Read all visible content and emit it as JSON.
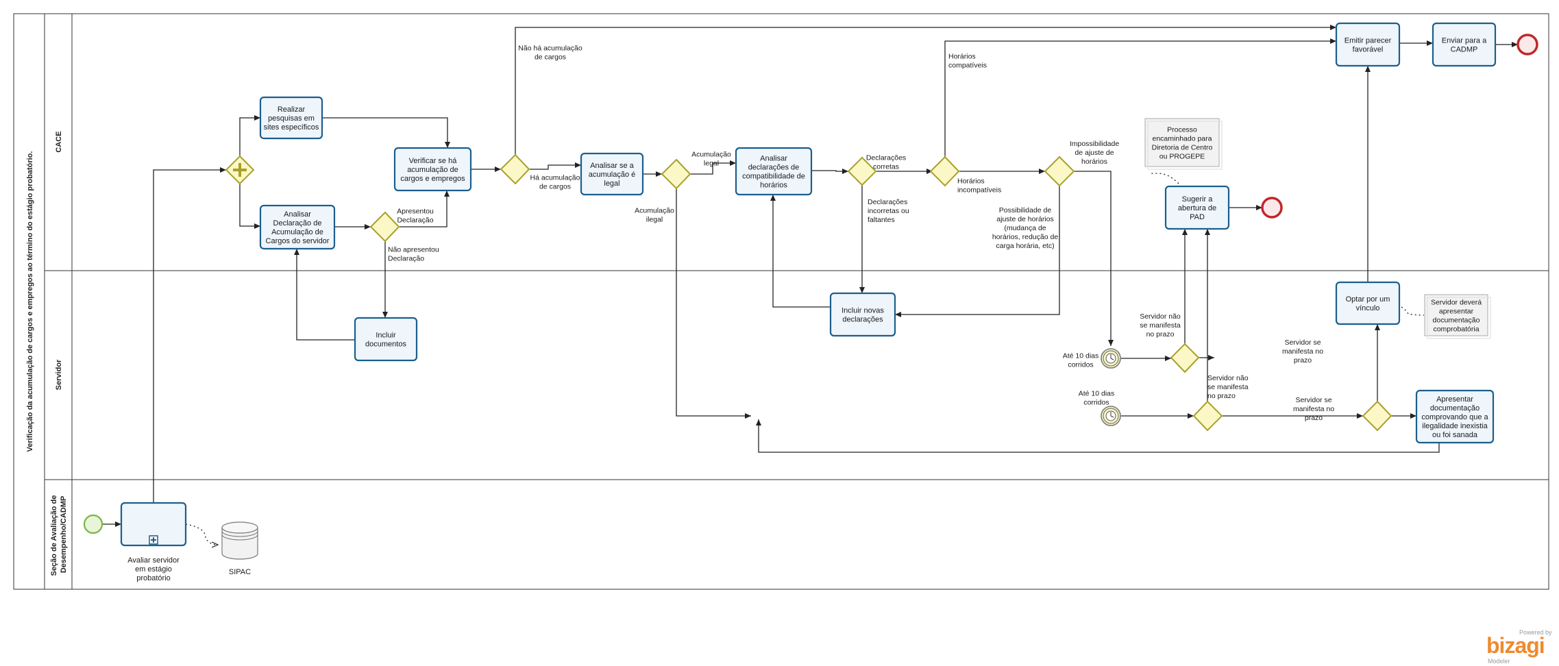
{
  "pool": {
    "title": "Verificação da acumulação de cargos e empregos ao término do estágio probatório."
  },
  "lanes": [
    {
      "label": "CACE"
    },
    {
      "label": "Servidor"
    },
    {
      "label": "Seção de Avaliação de Desempenho/CADMP"
    }
  ],
  "tasks": [
    {
      "id": "avaliar",
      "lines": [],
      "label_below": [
        "Avaliar servidor",
        "em estágio",
        "probatório"
      ],
      "subprocess": true
    },
    {
      "id": "pesquisas",
      "lines": [
        "Realizar",
        "pesquisas em",
        "sites específicos"
      ]
    },
    {
      "id": "analisar_decl",
      "lines": [
        "Analisar",
        "Declaração de",
        "Acumulação de",
        "Cargos do servidor"
      ]
    },
    {
      "id": "verificar",
      "lines": [
        "Verificar se há",
        "acumulação de",
        "cargos e empregos"
      ]
    },
    {
      "id": "incluir_docs",
      "lines": [
        "Incluir",
        "documentos"
      ]
    },
    {
      "id": "analisar_legal",
      "lines": [
        "Analisar se a",
        "acumulação é",
        "legal"
      ]
    },
    {
      "id": "analisar_compat",
      "lines": [
        "Analisar",
        "declarações de",
        "compatibilidade de",
        "horários"
      ]
    },
    {
      "id": "incluir_novas",
      "lines": [
        "Incluir novas",
        "declarações"
      ]
    },
    {
      "id": "sugerir_pad",
      "lines": [
        "Sugerir a",
        "abertura de",
        "PAD"
      ]
    },
    {
      "id": "optar",
      "lines": [
        "Optar por um",
        "vínculo"
      ]
    },
    {
      "id": "emitir",
      "lines": [
        "Emitir parecer",
        "favorável"
      ]
    },
    {
      "id": "enviar",
      "lines": [
        "Enviar para a",
        "CADMP"
      ]
    },
    {
      "id": "apresentar_doc",
      "lines": [
        "Apresentar",
        "documentação",
        "comprovando que a",
        "ilegalidade inexistia",
        "ou foi sanada"
      ]
    }
  ],
  "flow_labels": [
    {
      "id": "apresentou",
      "lines": [
        "Apresentou",
        "Declaração"
      ]
    },
    {
      "id": "nao_apresentou",
      "lines": [
        "Não apresentou",
        "Declaração"
      ]
    },
    {
      "id": "nao_ha",
      "lines": [
        "Não há acumulação",
        "de cargos"
      ]
    },
    {
      "id": "ha",
      "lines": [
        "Há acumulação",
        "de cargos"
      ]
    },
    {
      "id": "acum_legal",
      "lines": [
        "Acumulação",
        "legal"
      ]
    },
    {
      "id": "acum_ilegal",
      "lines": [
        "Acumulação",
        "ilegal"
      ]
    },
    {
      "id": "decl_corretas",
      "lines": [
        "Declarações",
        "corretas"
      ]
    },
    {
      "id": "decl_incorretas",
      "lines": [
        "Declarações",
        "incorretas ou",
        "faltantes"
      ]
    },
    {
      "id": "hor_compat",
      "lines": [
        "Horários",
        "compatíveis"
      ]
    },
    {
      "id": "hor_incompat",
      "lines": [
        "Horários",
        "incompatíveis"
      ]
    },
    {
      "id": "impossib",
      "lines": [
        "Impossibilidade",
        "de ajuste de",
        "horários"
      ]
    },
    {
      "id": "possib",
      "lines": [
        "Possibilidade de",
        "ajuste de horários",
        "(mudança de",
        "horários, redução de",
        "carga horária, etc)"
      ]
    },
    {
      "id": "serv_nao_1",
      "lines": [
        "Servidor não",
        "se manifesta",
        "no prazo"
      ]
    },
    {
      "id": "serv_sim_1",
      "lines": [
        "Servidor se",
        "manifesta no",
        "prazo"
      ]
    },
    {
      "id": "serv_nao_2",
      "lines": [
        "Servidor não",
        "se manifesta",
        "no prazo"
      ]
    },
    {
      "id": "serv_sim_2",
      "lines": [
        "Servidor se",
        "manifesta no",
        "prazo"
      ]
    }
  ],
  "timers": [
    {
      "id": "timer1",
      "lines": [
        "Até 10 dias",
        "corridos"
      ]
    },
    {
      "id": "timer2",
      "lines": [
        "Até 10 dias",
        "corridos"
      ]
    }
  ],
  "annotations": [
    {
      "id": "ann_pad",
      "lines": [
        "Processo",
        "encaminhado para",
        "Diretoria de Centro",
        "ou PROGEPE"
      ]
    },
    {
      "id": "ann_serv",
      "lines": [
        "Servidor deverá",
        "apresentar",
        "documentação",
        "comprobatória"
      ]
    }
  ],
  "data_store": {
    "label": "SIPAC"
  },
  "logo": {
    "small": "Powered by",
    "brand": "bizagi",
    "sub": "Modeler"
  },
  "colors": {
    "task_border": "#1b5e8c",
    "task_fill": "#eef5fb",
    "gateway_fill": "#fbf7c6",
    "gateway_border": "#a7a12a",
    "start": "#7ab648",
    "end": "#c0272d"
  }
}
